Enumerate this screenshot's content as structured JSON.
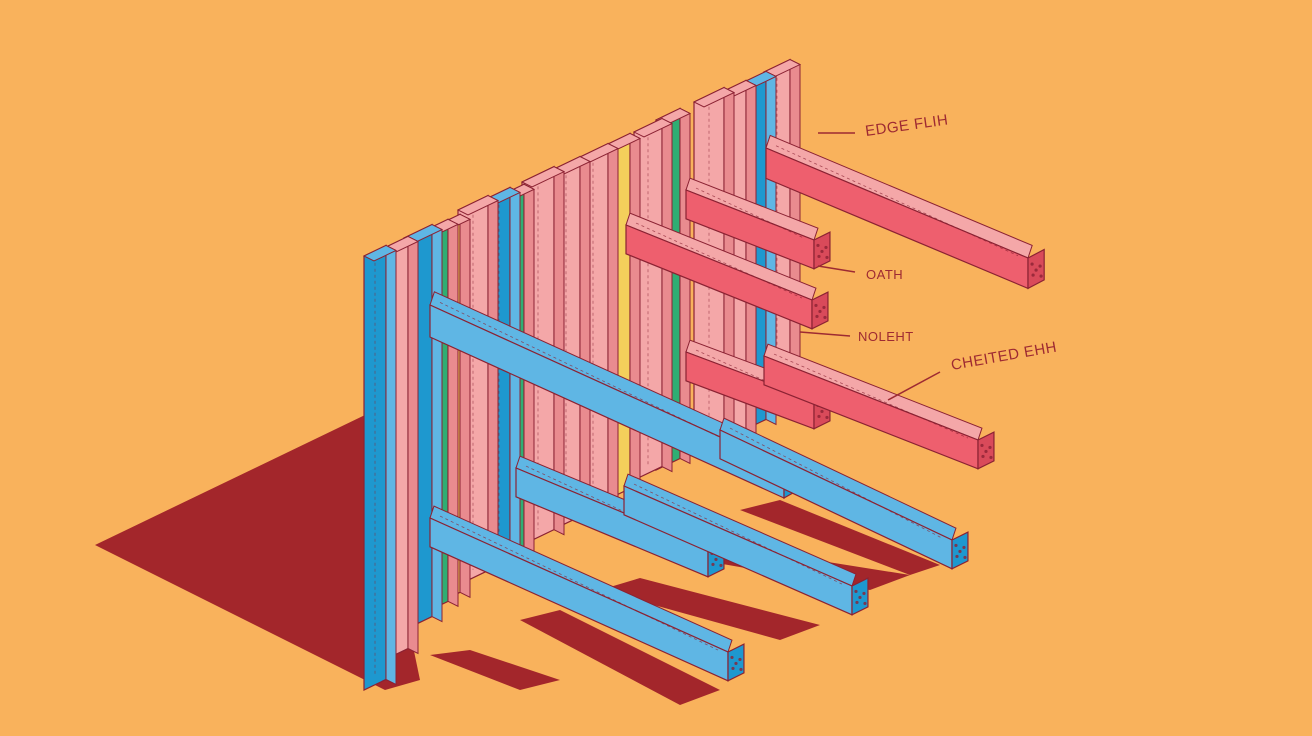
{
  "colors": {
    "background": "#f9b25c",
    "shadow": "#a3262b",
    "pink": "#f4a7a8",
    "pink_side": "#e98b8f",
    "blue": "#1e98cf",
    "blue_light": "#5fb6e4",
    "green": "#2fae73",
    "yellow": "#f4cf5b",
    "red_beam": "#ee5f6e",
    "red_beam_side": "#d94a5a",
    "line": "#8b2233"
  },
  "labels": {
    "edge_flush": "EDGE FLIH",
    "oath": "OATH",
    "noleht": "NOLEHT",
    "chetted": "CHEITED EHH"
  }
}
